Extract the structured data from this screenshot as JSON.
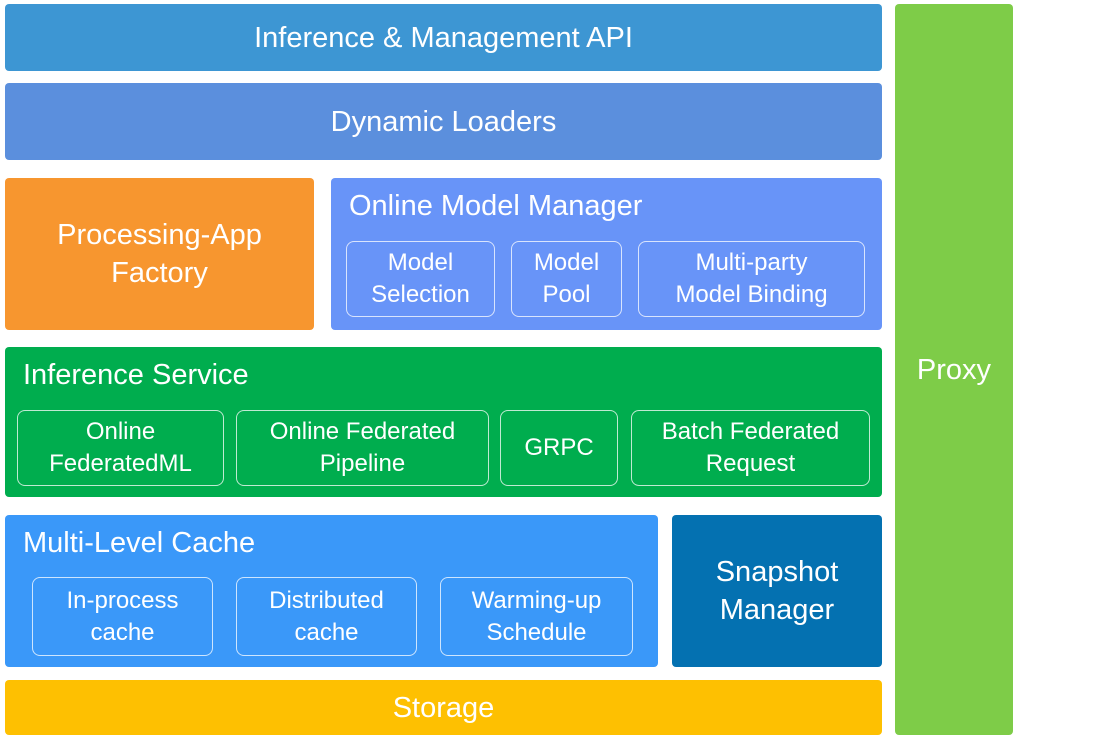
{
  "layers": {
    "api": "Inference & Management API",
    "loaders": "Dynamic Loaders",
    "factory": "Processing-App\nFactory",
    "model_manager": {
      "title": "Online Model Manager",
      "items": [
        "Model\nSelection",
        "Model\nPool",
        "Multi-party\nModel Binding"
      ]
    },
    "inference_service": {
      "title": "Inference Service",
      "items": [
        "Online\nFederatedML",
        "Online Federated\nPipeline",
        "GRPC",
        "Batch Federated\nRequest"
      ]
    },
    "cache": {
      "title": "Multi-Level Cache",
      "items": [
        "In-process\ncache",
        "Distributed\ncache",
        "Warming-up\nSchedule"
      ]
    },
    "snapshot": "Snapshot\nManager",
    "storage": "Storage",
    "proxy": "Proxy"
  },
  "colors": {
    "api": "#3d96d3",
    "loaders": "#5b8fdd",
    "factory": "#f7962f",
    "model_manager": "#6894f8",
    "inference_service": "#00ad4e",
    "cache": "#3a98f9",
    "snapshot": "#0471b1",
    "storage": "#fec001",
    "proxy": "#7ecc48"
  }
}
